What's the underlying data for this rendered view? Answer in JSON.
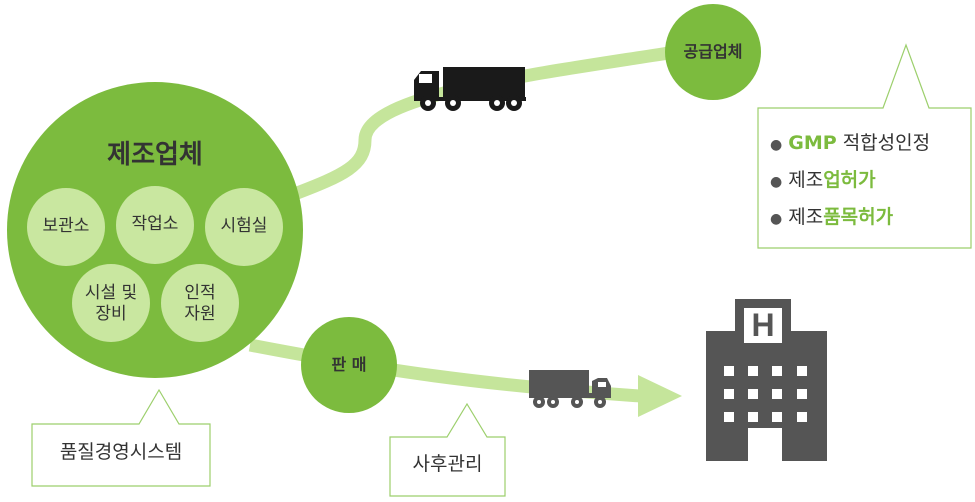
{
  "manufacturer": {
    "title": "제조업체",
    "facilities": [
      {
        "lines": [
          "보관소"
        ]
      },
      {
        "lines": [
          "작업소"
        ]
      },
      {
        "lines": [
          "시험실"
        ]
      },
      {
        "lines": [
          "시설 및",
          "장비"
        ]
      },
      {
        "lines": [
          "인적",
          "자원"
        ]
      }
    ]
  },
  "supplier": {
    "label": "공급업체",
    "conditions": [
      [
        {
          "text": "GMP",
          "highlight": true
        },
        {
          "text": " 적합성인정",
          "highlight": false
        }
      ],
      [
        {
          "text": "제조",
          "highlight": false
        },
        {
          "text": "업허가",
          "highlight": true
        }
      ],
      [
        {
          "text": "제조",
          "highlight": false
        },
        {
          "text": "품목허가",
          "highlight": true
        }
      ]
    ]
  },
  "sales": {
    "label": "판 매"
  },
  "callouts": {
    "quality_system": "품질경영시스템",
    "after_service": "사후관리"
  },
  "icons": {
    "truck": "truck-icon",
    "hospital": "hospital-icon",
    "hospital_letter": "H"
  },
  "colors": {
    "green": "#7cbb3e",
    "light_green": "#c9e7a0",
    "flow": "#c5e59b",
    "callout_border": "#9ccf6c",
    "icon": "#1a1a1a",
    "building": "#555555"
  }
}
